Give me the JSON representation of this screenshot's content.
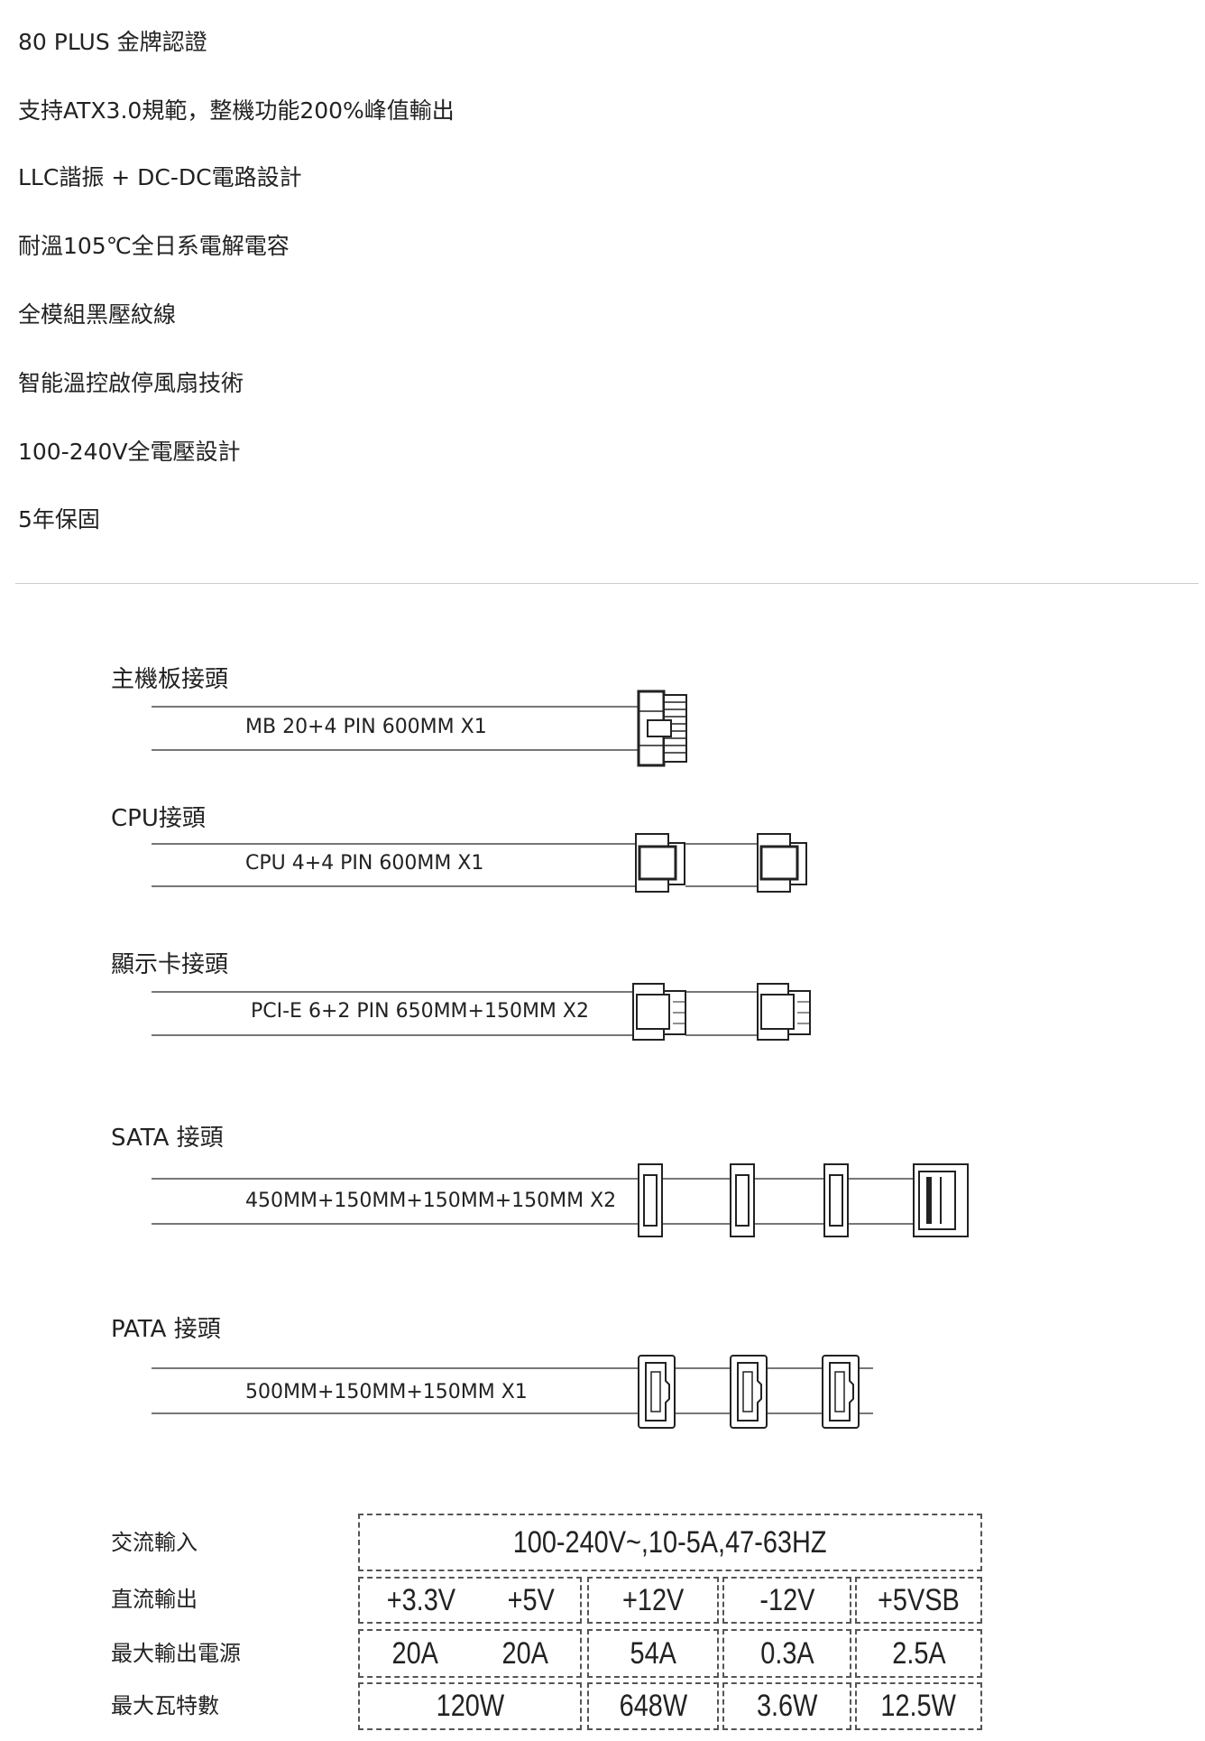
{
  "features": [
    "80 PLUS 金牌認證",
    "支持ATX3.0規範，整機功能200%峰值輸出",
    "LLC諧振 + DC-DC電路設計",
    "耐溫105℃全日系電解電容",
    "全模組黑壓紋線",
    "智能溫控啟停風扇技術",
    "100-240V全電壓設計",
    "5年保固"
  ],
  "cables": [
    {
      "label": "主機板接頭",
      "spec": "MB 20+4 PIN 600MM  X1",
      "connector": "atx-24pin-connector-icon"
    },
    {
      "label": "CPU接頭",
      "spec": "CPU 4+4 PIN 600MM  X1",
      "connector": "cpu-8pin-connector-icon"
    },
    {
      "label": "顯示卡接頭",
      "spec": "PCI-E 6+2 PIN 650MM+150MM  X2",
      "connector": "pcie-connector-icon"
    },
    {
      "label": "SATA 接頭",
      "spec": "450MM+150MM+150MM+150MM  X2",
      "connector": "sata-connector-icon"
    },
    {
      "label": "PATA 接頭",
      "spec": "500MM+150MM+150MM X1",
      "connector": "molex-connector-icon"
    }
  ],
  "specs": {
    "row_labels": [
      "交流輸入",
      "直流輸出",
      "最大輸出電源",
      "最大瓦特數"
    ],
    "ac_input": "100-240V~,10-5A,47-63HZ",
    "dc_output": [
      "+3.3V",
      "+5V",
      "+12V",
      "-12V",
      "+5VSB"
    ],
    "max_current": [
      "20A",
      "20A",
      "54A",
      "0.3A",
      "2.5A"
    ],
    "max_watts": [
      "120W",
      "648W",
      "3.6W",
      "12.5W"
    ]
  }
}
